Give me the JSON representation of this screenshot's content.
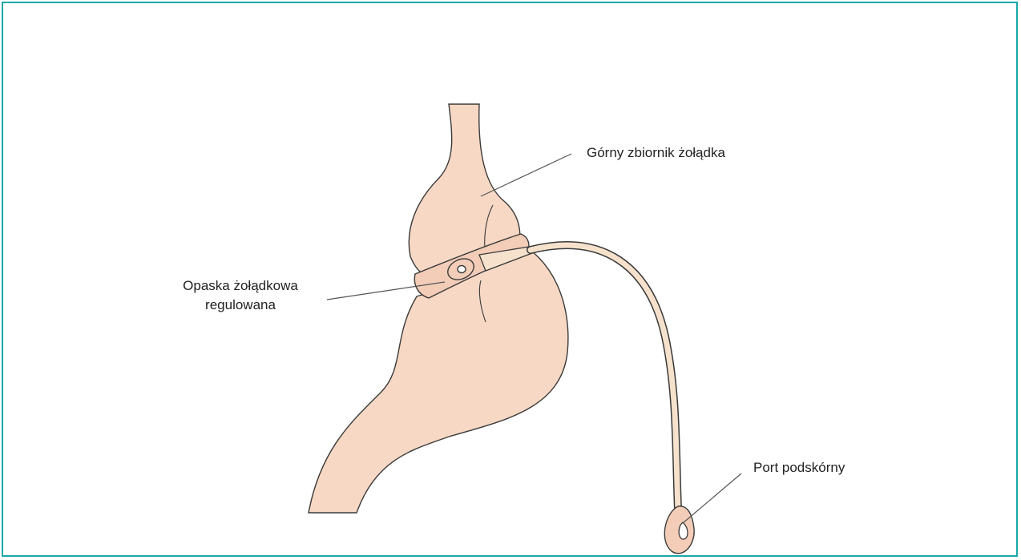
{
  "labels": {
    "upper_pouch": "Górny zbiornik żołądka",
    "band_line1": "Opaska żołądkowa",
    "band_line2": "regulowana",
    "port": "Port podskórny"
  },
  "colors": {
    "frame": "#1aa7a8",
    "tissue": "#f7d8c4",
    "band": "#f3cdb8",
    "tube": "#f6e2cc",
    "outline": "#3a3a3a",
    "leader": "#555555"
  }
}
